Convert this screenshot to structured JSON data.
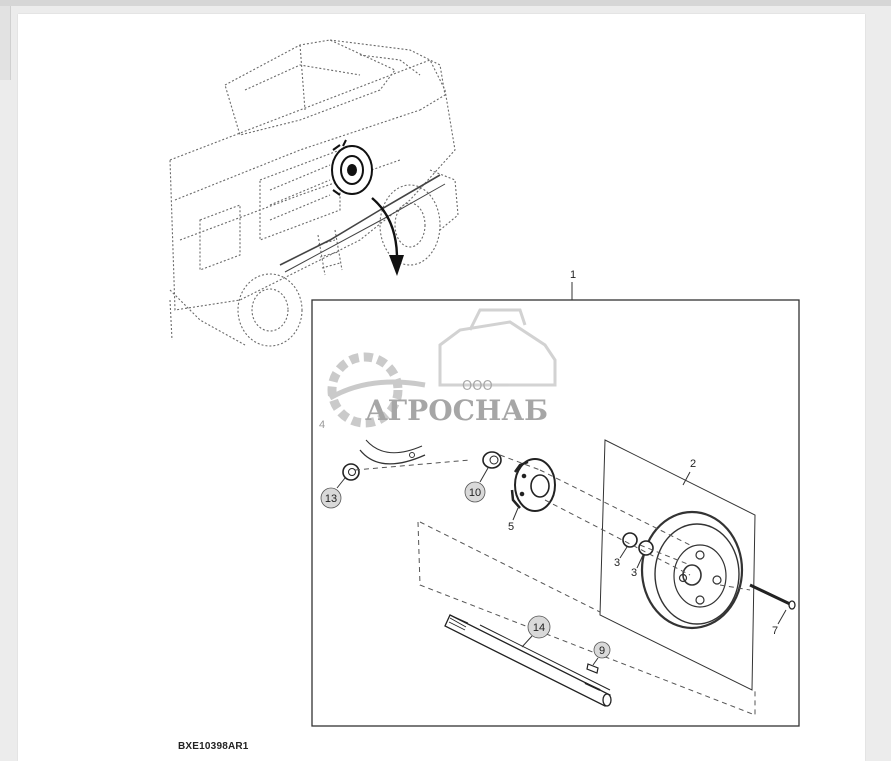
{
  "figure": {
    "code": "BXE10398AR1",
    "callouts": [
      "1",
      "2",
      "3",
      "3",
      "4",
      "5",
      "7",
      "9",
      "10",
      "13",
      "14"
    ]
  },
  "watermark": {
    "line1": "ООО",
    "line2": "АГРОСНАБ"
  },
  "colors": {
    "line": "#333333",
    "callout_fill": "#d9d9d9",
    "watermark": "#b9b9b9"
  },
  "icons": [
    "combine-harvester-illustration",
    "pulley-assembly-icon",
    "down-arrow-icon",
    "gear-logo-icon"
  ]
}
